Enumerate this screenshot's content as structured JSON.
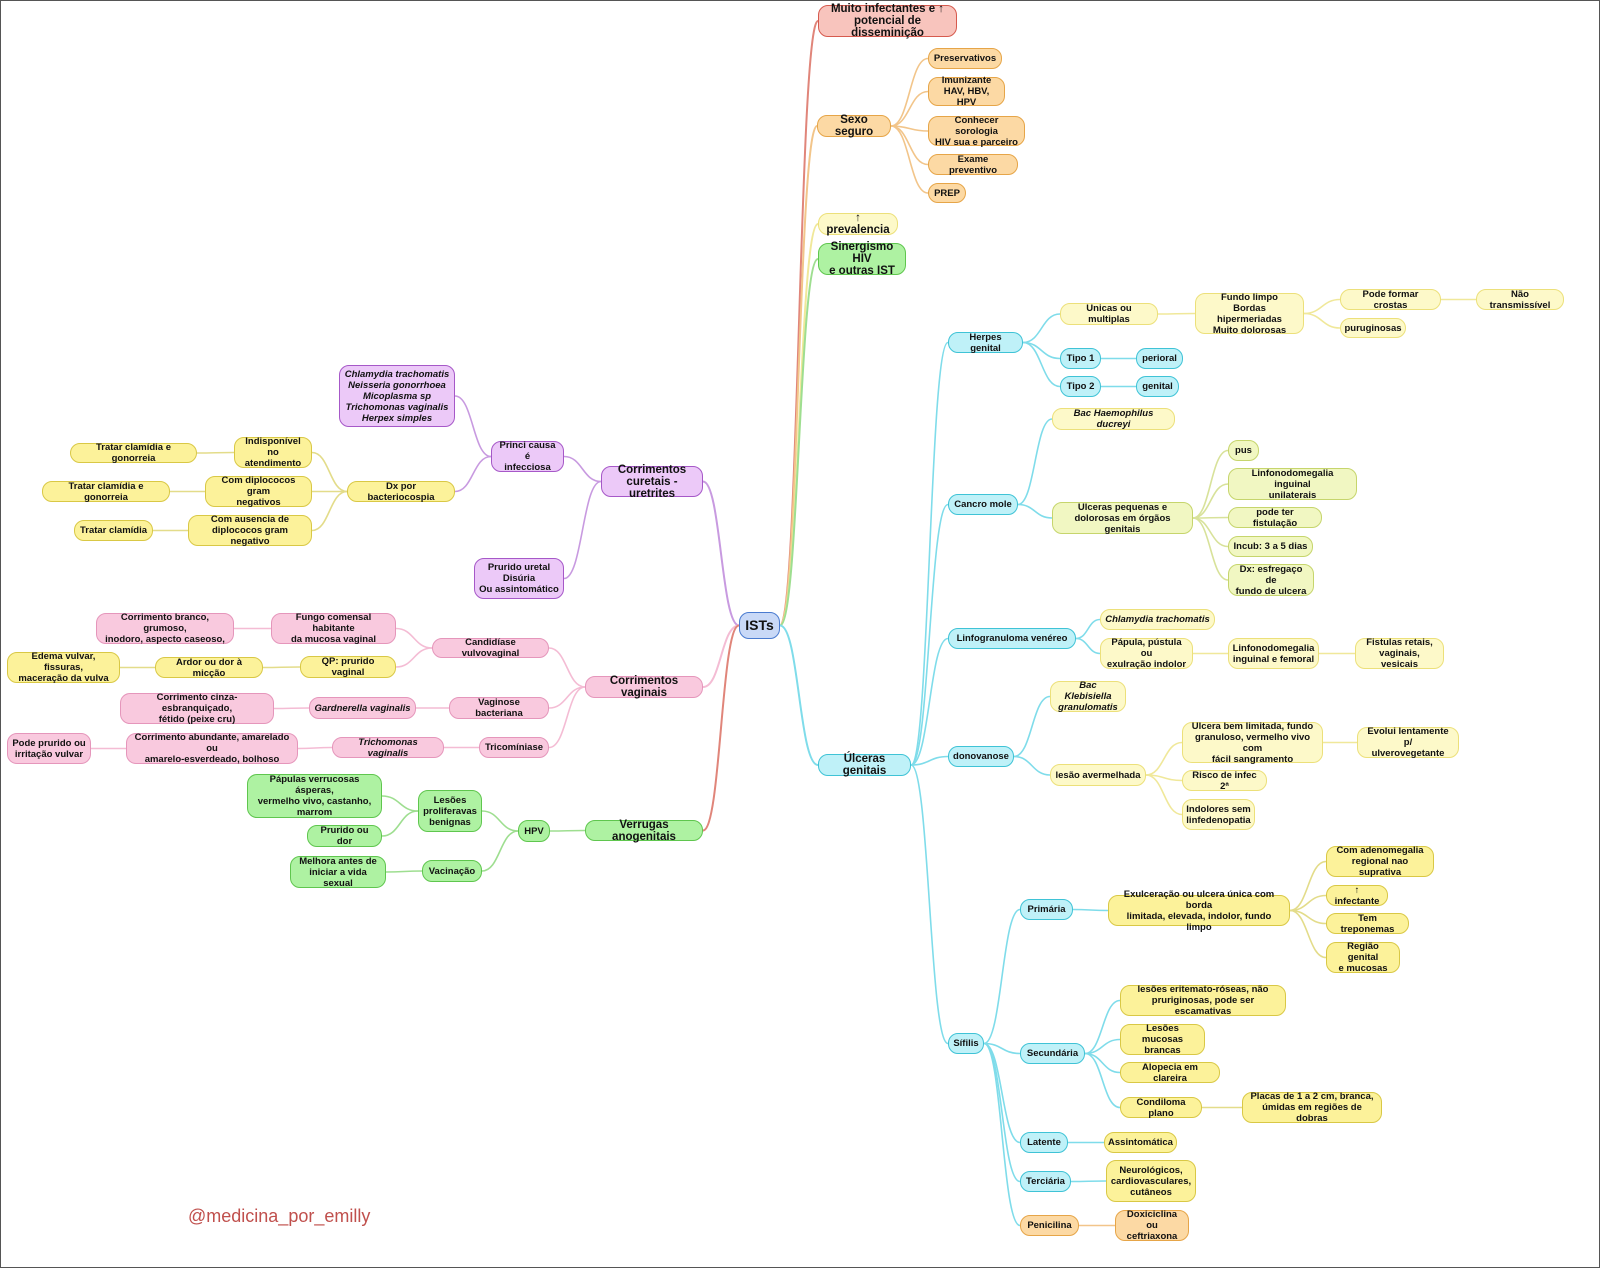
{
  "watermark": "@medicina_por_emilly",
  "colors": {
    "red": "#e0857a",
    "orange": "#f2c58a",
    "ly": "#f0e89a",
    "yel": "#e3dc8a",
    "green": "#9ede90",
    "cyan": "#7fdcea",
    "purple": "#c89ae0",
    "pink": "#f4bcd4",
    "lime": "#d8e29a",
    "blue": "#8aa8e0"
  },
  "nodes": {
    "ists": "ISTs",
    "muito": "Muito infectantes e ↑\npotencial de disseminição",
    "sexo": "Sexo seguro",
    "preserv": "Preservativos",
    "imun": "Imunizante\nHAV, HBV, HPV",
    "conhecer": "Conhecer sorologia\nHIV sua e parceiro",
    "exame": "Exame preventivo",
    "prep": "PREP",
    "prev": "↑ prevalencia",
    "sinerg": "Sinergismo HIV\ne outras IST",
    "ulc": "Úlceras genitais",
    "herpes": "Herpes genital",
    "unicas": "Unicas ou multiplas",
    "fundo": "Fundo limpo\nBordas hipermeriadas\nMuito dolorosas",
    "crostas": "Pode formar crostas",
    "naotrans": "Não transmissível",
    "purug": "puruginosas",
    "tipo1": "Tipo 1",
    "perioral": "perioral",
    "tipo2": "Tipo 2",
    "genital": "genital",
    "cancro": "Cancro mole",
    "bach": "Bac Haemophilus ducreyi",
    "ulcpeq": "Ulceras pequenas e\ndolorosas em órgãos genitais",
    "pus": "pus",
    "linfouni": "Linfonodomegalia inguinal\nunilaterais",
    "fistul": "pode ter fistulação",
    "incub": "Incub: 3 a 5 dias",
    "dxesf": "Dx: esfregaço de\nfundo de ulcera",
    "lgv": "Linfogranuloma venéreo",
    "chlam": "Chlamydia trachomatis",
    "papula": "Pápula, pústula ou\nexulração indolor",
    "linfoing": "Linfonodomegalia\ninguinal e femoral",
    "fistulas": "Fistulas retais,\nvaginais, vesicais",
    "donov": "donovanose",
    "back": "Bac Klebisiella\ngranulomatis",
    "lesao": "lesão avermelhada",
    "ulcbem": "Ulcera bem limitada, fundo\ngranuloso, vermelho vivo com\nfácil sangramento",
    "evolui": "Evolui lentamente p/\nulverovegetante",
    "risco": "Risco de infec 2ª",
    "indol": "Indolores sem\nlinfedenopatia",
    "sifilis": "Sífilis",
    "prim": "Primária",
    "exulc": "Exulceração ou ulcera única com borda\nlimitada, elevada, indolor, fundo limpo",
    "aden": "Com adenomegalia\nregional nao suprativa",
    "infect": "↑ infectante",
    "trep": "Tem treponemas",
    "regiao": "Região genital\ne mucosas",
    "sec": "Secundária",
    "leserit": "lesões eritemato-róseas, não\npruriginosas, pode ser escamativas",
    "lesmuc": "Lesões mucosas\nbrancas",
    "alop": "Alopecia em clareira",
    "condil": "Condiloma plano",
    "placas": "Placas de 1 a 2 cm, branca,\númidas em regiões de dobras",
    "latente": "Latente",
    "assint": "Assintomática",
    "terc": "Terciária",
    "neuro": "Neurológicos,\ncardiovasculares,\ncutâneos",
    "penic": "Penicilina",
    "doxi": "Doxiciclina ou\nceftriaxona",
    "uret": "Corrimentos\ncuretais - uretrites",
    "princi": "Princi causa é\ninfecciosa",
    "agentes": "Chlamydia trachomatis\nNeisseria gonorrhoea\nMicoplasma sp\nTrichomonas vaginalis\nHerpex simples",
    "dxbac": "Dx por bacteriocospia",
    "indisp": "Indisponível no\natendimento",
    "trat1": "Tratar clamídia e gonorreia",
    "comdip": "Com diplococos gram\nnegativos",
    "trat2": "Tratar clamídia e gonorreia",
    "comaus": "Com ausencia de\ndiplococos gram negativo",
    "trat3": "Tratar clamídia",
    "prurur": "Prurido uretal\nDisúria\nOu assintomático",
    "vag": "Corrimentos vaginais",
    "candid": "Candidíase vulvovaginal",
    "fungo": "Fungo comensal habitante\nda mucosa vaginal",
    "corrbr": "Corrimento branco, grumoso,\ninodoro, aspecto caseoso,",
    "qp": "QP: prurido vaginal",
    "ardor": "Ardor ou dor à micção",
    "edema": "Edema vulvar, fissuras,\nmaceração da vulva",
    "vagin": "Vaginose bacteriana",
    "gardn": "Gardnerella vaginalis",
    "corrcz": "Corrimento cinza-esbranquiçado,\nfétido (peixe cru)",
    "tricom": "Tricomíniase",
    "trich": "Trichomonas vaginalis",
    "corrab": "Corrimento abundante, amarelado ou\namarelo-esverdeado, bolhoso",
    "podepr": "Pode prurido ou\nirritação vulvar",
    "verr": "Verrugas anogenitais",
    "hpv": "HPV",
    "lesprol": "Lesões\nproliferavas\nbenignas",
    "papver": "Pápulas verrucosas ásperas,\nvermelho vivo, castanho,\nmarrom",
    "prudor": "Prurido ou dor",
    "vacin": "Vacinação",
    "melhora": "Melhora antes de\niniciar a vida sexual"
  }
}
